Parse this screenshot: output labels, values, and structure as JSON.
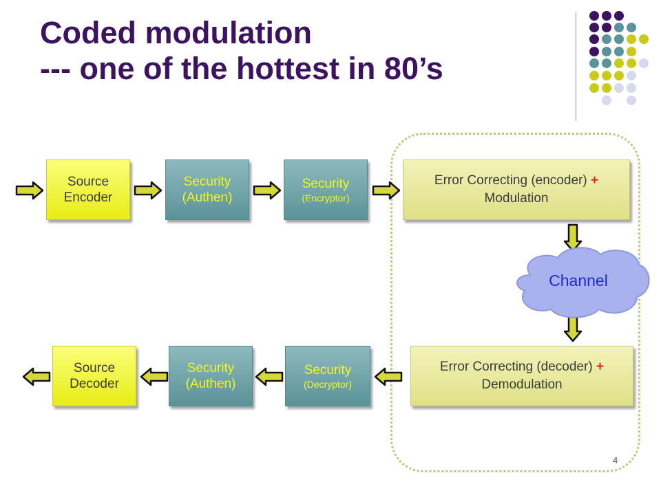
{
  "title": {
    "line1": "Coded modulation",
    "line2": "--- one of the hottest in 80’s"
  },
  "blocks": {
    "source_encoder": {
      "line1": "Source",
      "line2": "Encoder"
    },
    "security_authen_top": {
      "line1": "Security",
      "line2": "(Authen)"
    },
    "security_encryptor": {
      "line1": "Security",
      "line2": "(Encryptor)"
    },
    "ec_encoder": {
      "text": "Error Correcting (encoder)",
      "plus": "+",
      "line2": "Modulation"
    },
    "channel": "Channel",
    "ec_decoder": {
      "text": "Error Correcting (decoder)",
      "plus": "+",
      "line2": "Demodulation"
    },
    "security_decryptor": {
      "line1": "Security",
      "line2": "(Decryptor)"
    },
    "security_authen_bottom": {
      "line1": "Security",
      "line2": "(Authen)"
    },
    "source_decoder": {
      "line1": "Source",
      "line2": "Decoder"
    }
  },
  "page_number": "4",
  "colors": {
    "title": "#3b1361",
    "yellow_block": "#e8ec14",
    "teal_block": "#5a9399",
    "khaki_block": "#dfe087",
    "arrow_fill": "#d6d83a",
    "channel_cloud": "#aab2ee",
    "channel_text": "#1a2bd0",
    "plus": "#e0202a"
  }
}
